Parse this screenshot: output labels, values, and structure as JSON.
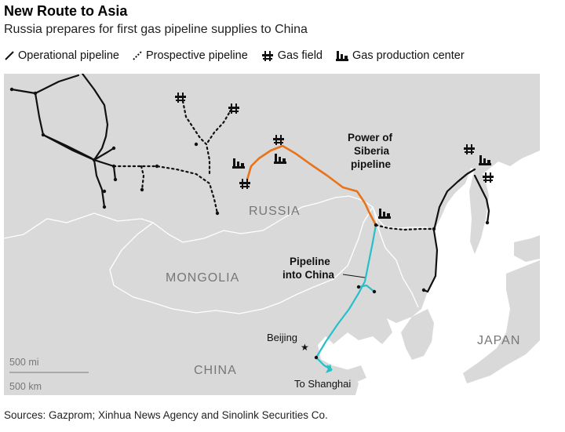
{
  "title": "New Route to Asia",
  "subtitle": "Russia prepares for first gas pipeline supplies to China",
  "legend": {
    "operational": "Operational pipeline",
    "prospective": "Prospective pipeline",
    "gas_field": "Gas field",
    "production_center": "Gas production center"
  },
  "labels": {
    "russia": "RUSSIA",
    "mongolia": "MONGOLIA",
    "china": "CHINA",
    "japan": "JAPAN",
    "power_of_siberia_1": "Power of",
    "power_of_siberia_2": "Siberia",
    "power_of_siberia_3": "pipeline",
    "pipeline_china_1": "Pipeline",
    "pipeline_china_2": "into China",
    "beijing": "Beijing",
    "to_shanghai": "To Shanghai"
  },
  "scale": {
    "mi": "500 mi",
    "km": "500 km"
  },
  "colors": {
    "land": "#d9d9d9",
    "sea": "#ffffff",
    "border": "#ffffff",
    "operational": "#111111",
    "power_of_siberia": "#e8731a",
    "pipeline_into_china": "#27c0c9"
  },
  "icons": [
    "pipeline-line-icon",
    "dotted-pipeline-icon",
    "gas-field-icon",
    "production-center-icon"
  ],
  "source": "Sources: Gazprom; Xinhua News Agency and Sinolink Securities Co."
}
